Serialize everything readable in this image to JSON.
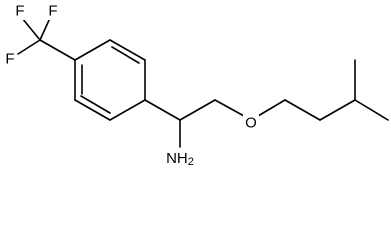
{
  "structure": {
    "atom_labels": {
      "f_top_left": "F",
      "f_top_right": "F",
      "f_left": "F",
      "oxygen": "O",
      "amine": "NH",
      "amine_subscript": "2"
    },
    "colors": {
      "bond": "#000000",
      "background": "#ffffff"
    }
  }
}
